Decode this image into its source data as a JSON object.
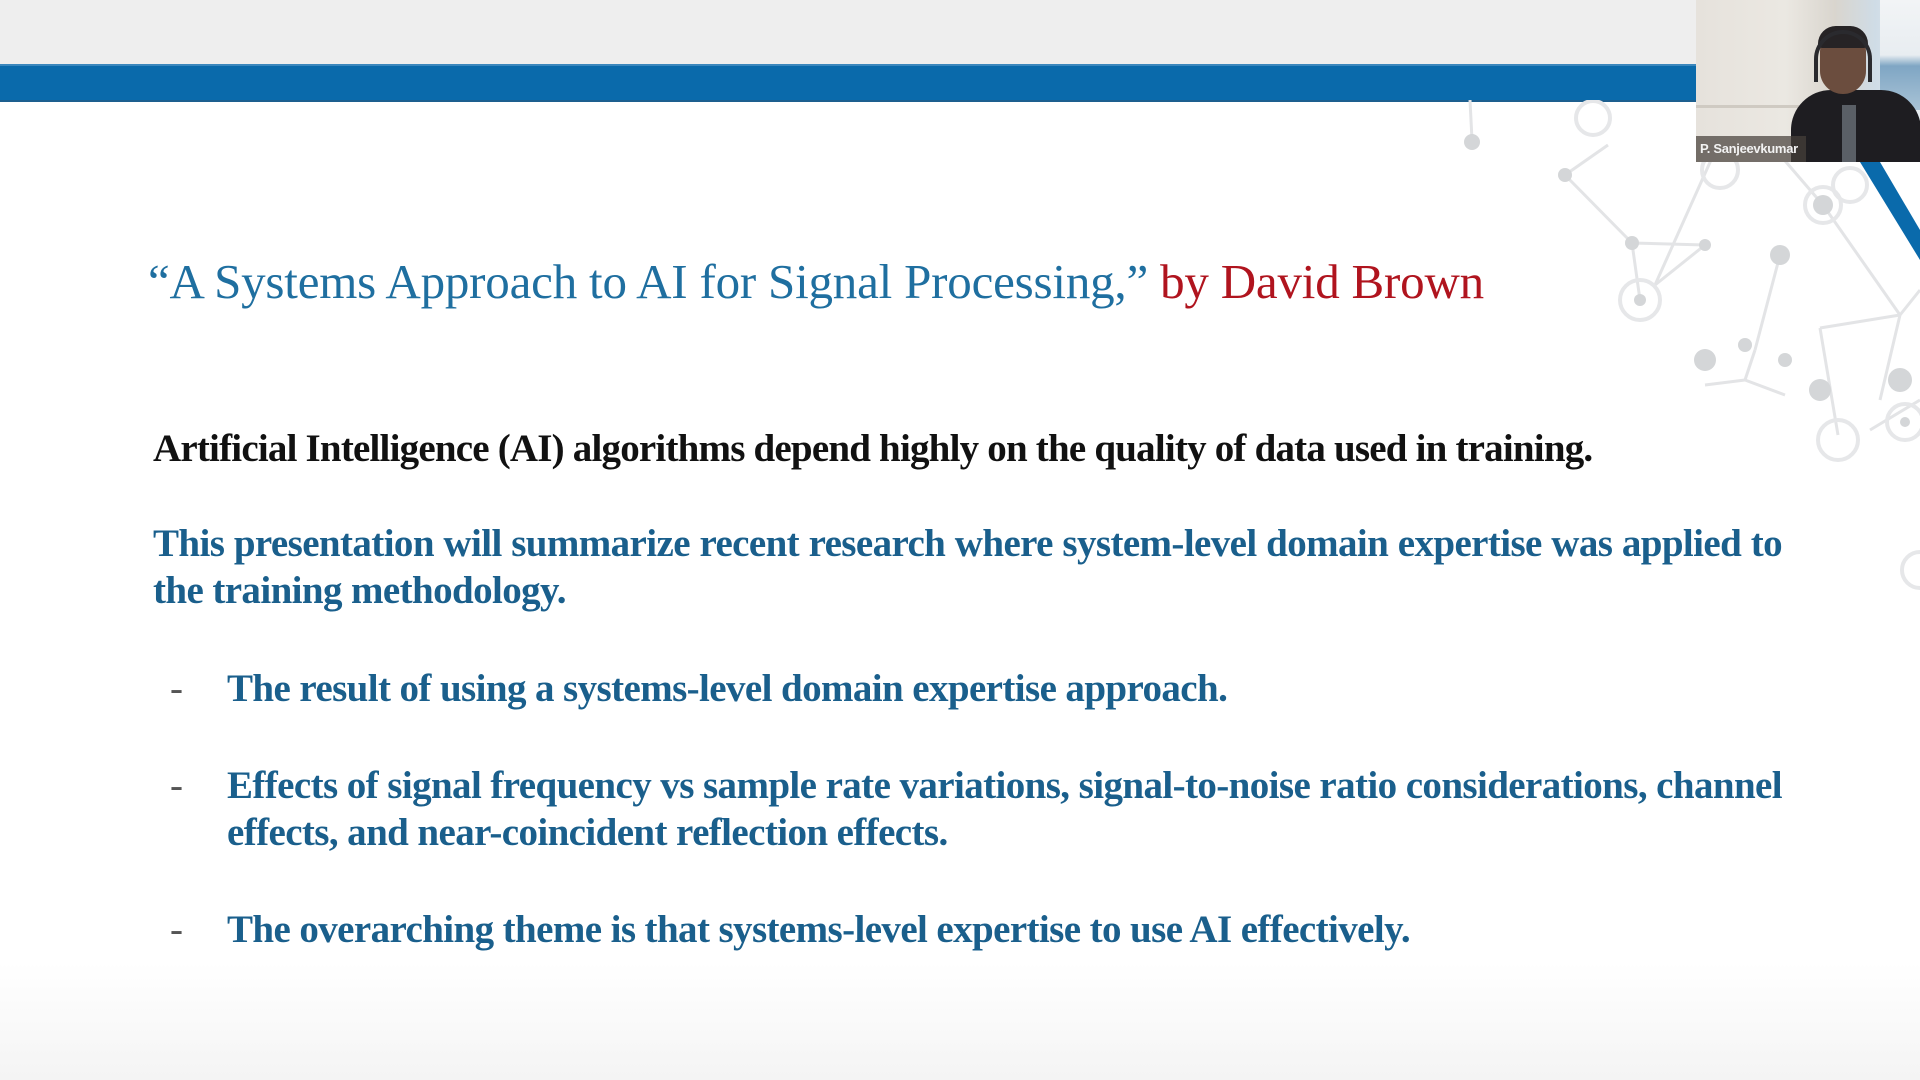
{
  "meeting": {
    "video_tile": {
      "participant_name": "P. Sanjeevkumar"
    }
  },
  "slide": {
    "title": {
      "quoted_title": "“A Systems Approach to AI for Signal Processing,”",
      "byline": " by David Brown"
    },
    "paragraph_1": "Artificial Intelligence (AI) algorithms depend highly on the quality of data used in training.",
    "paragraph_2": "This presentation will summarize recent research where system-level domain expertise was applied to the training methodology.",
    "bullets": [
      {
        "marker": "-",
        "text": "The result of using a systems-level domain expertise approach."
      },
      {
        "marker": "-",
        "text": "Effects of signal frequency vs sample rate variations, signal-to-noise ratio considerations, channel effects, and near-coincident reflection effects."
      },
      {
        "marker": "-",
        "text": "The overarching theme is that systems-level expertise to use AI effectively."
      }
    ],
    "colors": {
      "header_bar": "#0a6aab",
      "title_blue": "#1f6fa0",
      "title_red": "#b0141e",
      "body_black": "#111111",
      "body_blue": "#1a5f8c",
      "decoration_gray": "#d4d6d8"
    },
    "decoration": "network-graph"
  }
}
